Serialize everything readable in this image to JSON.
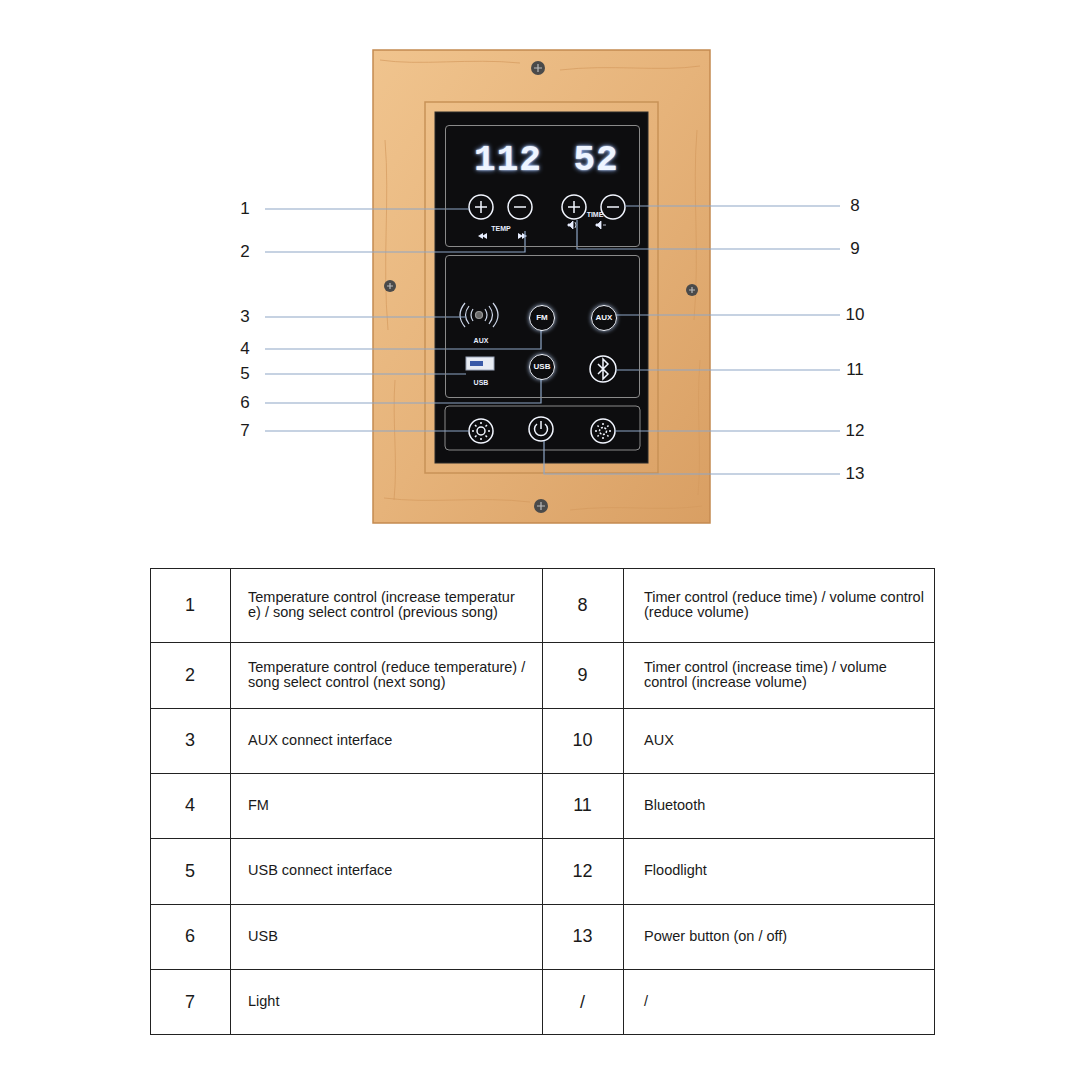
{
  "diagram": {
    "nodes": [
      {
        "text": [
          "112",
          "52",
          "TEMP",
          "TIME"
        ]
      },
      {
        "text": [
          "AUX",
          "USB"
        ]
      },
      {
        "text": [
          "FM"
        ],
        "in": 1
      },
      {
        "text": [
          "AUX"
        ],
        "in": 1
      },
      {
        "text": [
          "USB"
        ],
        "in": 1
      }
    ],
    "labels": [
      "1",
      "2",
      "3",
      "4",
      "5",
      "6",
      "7",
      "8",
      "9",
      "10",
      "11",
      "12",
      "13",
      "1",
      "Temperature control (increase temperatur e) / song select control (previous song)",
      "8",
      "Timer control (reduce time) / volume control (reduce volume)",
      "2",
      "Temperature control (reduce temperature) / song select control (next song)",
      "9",
      "Timer control (increase time) / volume control (increase volume)",
      "3",
      "AUX connect interface",
      "10",
      "AUX",
      "4",
      "FM",
      "11",
      "Bluetooth",
      "5",
      "USB connect interface",
      "12",
      "Floodlight",
      "6",
      "USB",
      "13",
      "Power button (on / off)",
      "7",
      "Light",
      "/",
      "/"
    ]
  }
}
